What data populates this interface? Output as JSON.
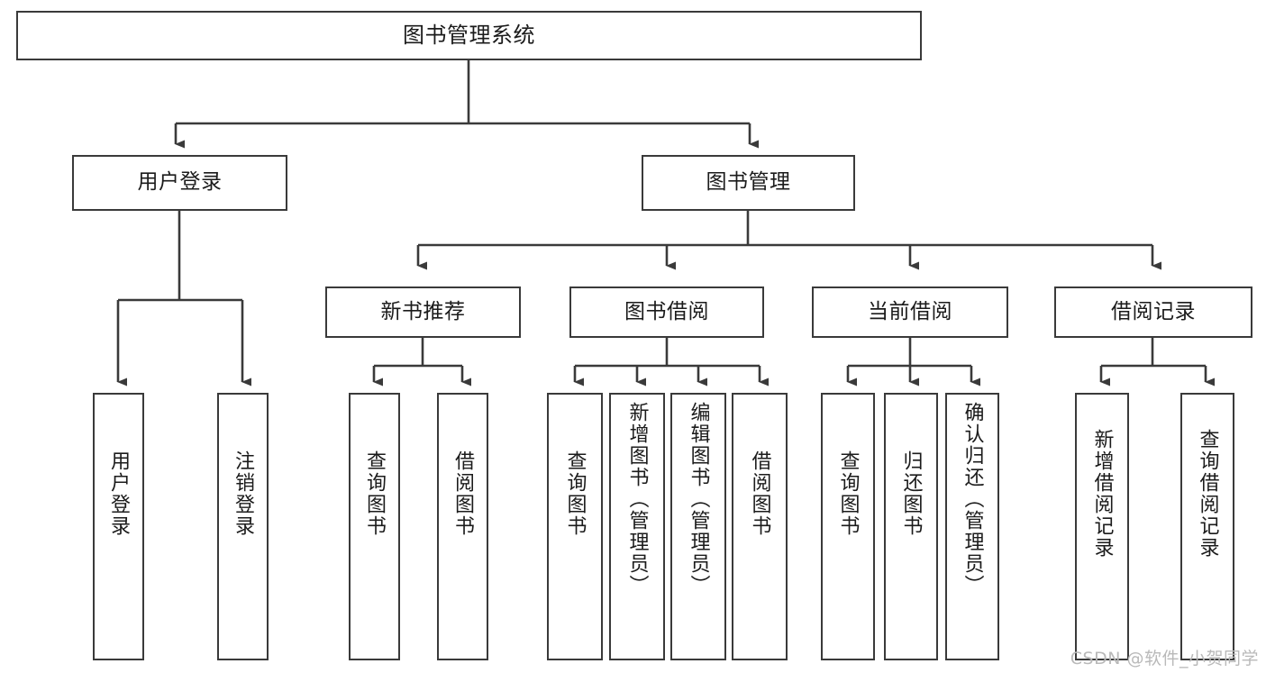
{
  "diagram": {
    "title": "图书管理系统",
    "type": "tree-hierarchy-diagram",
    "watermark": "CSDN @软件_小贺同学",
    "colors": {
      "node_border": "#3a3a3a",
      "node_fill": "#ffffff",
      "connector": "#3a3a3a",
      "text": "#1b1b1b",
      "watermark": "#b9b9b9",
      "background": "#ffffff"
    },
    "root": {
      "label": "图书管理系统"
    },
    "level2": [
      {
        "label": "用户登录"
      },
      {
        "label": "图书管理"
      }
    ],
    "level3": [
      {
        "label": "新书推荐"
      },
      {
        "label": "图书借阅"
      },
      {
        "label": "当前借阅"
      },
      {
        "label": "借阅记录"
      }
    ],
    "leaves": {
      "user_login": [
        {
          "label": "用户登录"
        },
        {
          "label": "注销登录"
        }
      ],
      "new_book_recommend": [
        {
          "label": "查询图书"
        },
        {
          "label": "借阅图书"
        }
      ],
      "book_borrow": [
        {
          "label": "查询图书"
        },
        {
          "label": "新增图书（管理员）"
        },
        {
          "label": "编辑图书（管理员）"
        },
        {
          "label": "借阅图书"
        }
      ],
      "current_borrow": [
        {
          "label": "查询图书"
        },
        {
          "label": "归还图书"
        },
        {
          "label": "确认归还（管理员）"
        }
      ],
      "borrow_record": [
        {
          "label": "新增借阅记录"
        },
        {
          "label": "查询借阅记录"
        }
      ]
    }
  }
}
